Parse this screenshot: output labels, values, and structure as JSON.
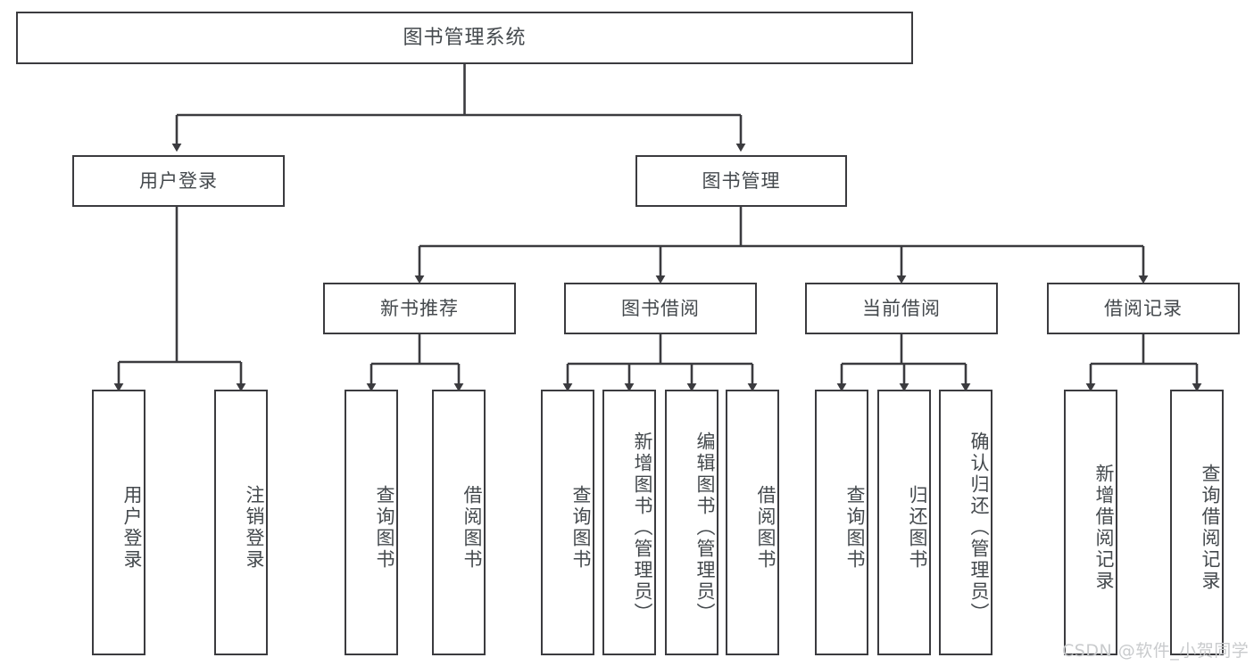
{
  "diagram": {
    "title": "图书管理系统",
    "type": "tree-hierarchy",
    "line_color": "#3b3b3f",
    "text_color": "#44494d",
    "background": "#ffffff"
  },
  "nodes": {
    "root": {
      "label": "图书管理系统"
    },
    "level1": [
      {
        "id": "user-login",
        "label": "用户登录"
      },
      {
        "id": "book-manage",
        "label": "图书管理"
      }
    ],
    "level2": [
      {
        "id": "new-book-recommend",
        "label": "新书推荐"
      },
      {
        "id": "book-borrow",
        "label": "图书借阅"
      },
      {
        "id": "current-borrow",
        "label": "当前借阅"
      },
      {
        "id": "borrow-record",
        "label": "借阅记录"
      }
    ],
    "leaves": {
      "user_login": [
        {
          "id": "leaf-user-login",
          "label": "用户登录"
        },
        {
          "id": "leaf-logout-login",
          "label": "注销登录"
        }
      ],
      "new_book_recommend": [
        {
          "id": "leaf-query-book-1",
          "label": "查询图书"
        },
        {
          "id": "leaf-borrow-book-1",
          "label": "借阅图书"
        }
      ],
      "book_borrow": [
        {
          "id": "leaf-query-book-2",
          "label": "查询图书"
        },
        {
          "id": "leaf-add-book",
          "label": "新增图书（管理员）"
        },
        {
          "id": "leaf-edit-book",
          "label": "编辑图书（管理员）"
        },
        {
          "id": "leaf-borrow-book-2",
          "label": "借阅图书"
        }
      ],
      "current_borrow": [
        {
          "id": "leaf-query-book-3",
          "label": "查询图书"
        },
        {
          "id": "leaf-return-book",
          "label": "归还图书"
        },
        {
          "id": "leaf-confirm-return",
          "label": "确认归还（管理员）"
        }
      ],
      "borrow_record": [
        {
          "id": "leaf-add-record",
          "label": "新增借阅记录"
        },
        {
          "id": "leaf-query-record",
          "label": "查询借阅记录"
        }
      ]
    }
  },
  "watermark": {
    "text": "CSDN @软件_小贺同学"
  }
}
